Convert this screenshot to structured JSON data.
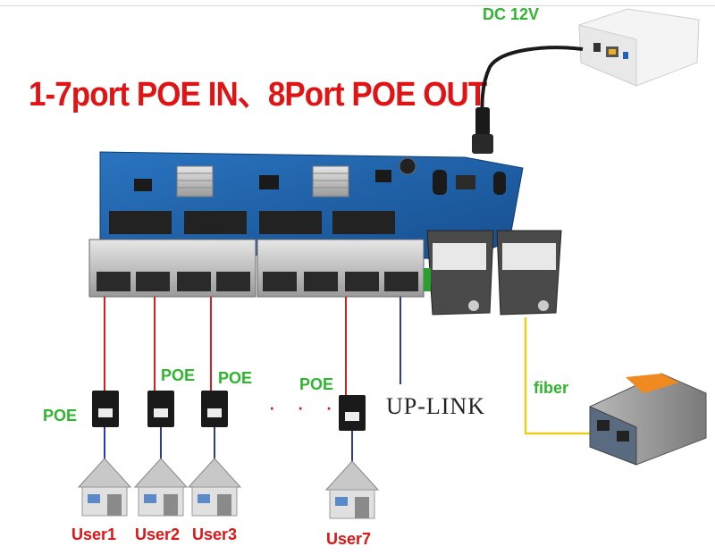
{
  "title": "1-7port POE IN、8Port POE OUT",
  "power_label": "DC 12V",
  "fiber_label": "fiber",
  "uplink_label": "UP-LINK",
  "ellipsis": "· · ·",
  "poe_label": "POE",
  "users": [
    "User1",
    "User2",
    "User3",
    "User7"
  ],
  "colors": {
    "title": "#e01414",
    "poe_label": "#2fb52f",
    "user_label": "#e01414",
    "poe_cable": "#d42020",
    "user_cable": "#2a3aa8",
    "fiber_cable": "#e8d020",
    "pcb": "#1c5fa8"
  }
}
